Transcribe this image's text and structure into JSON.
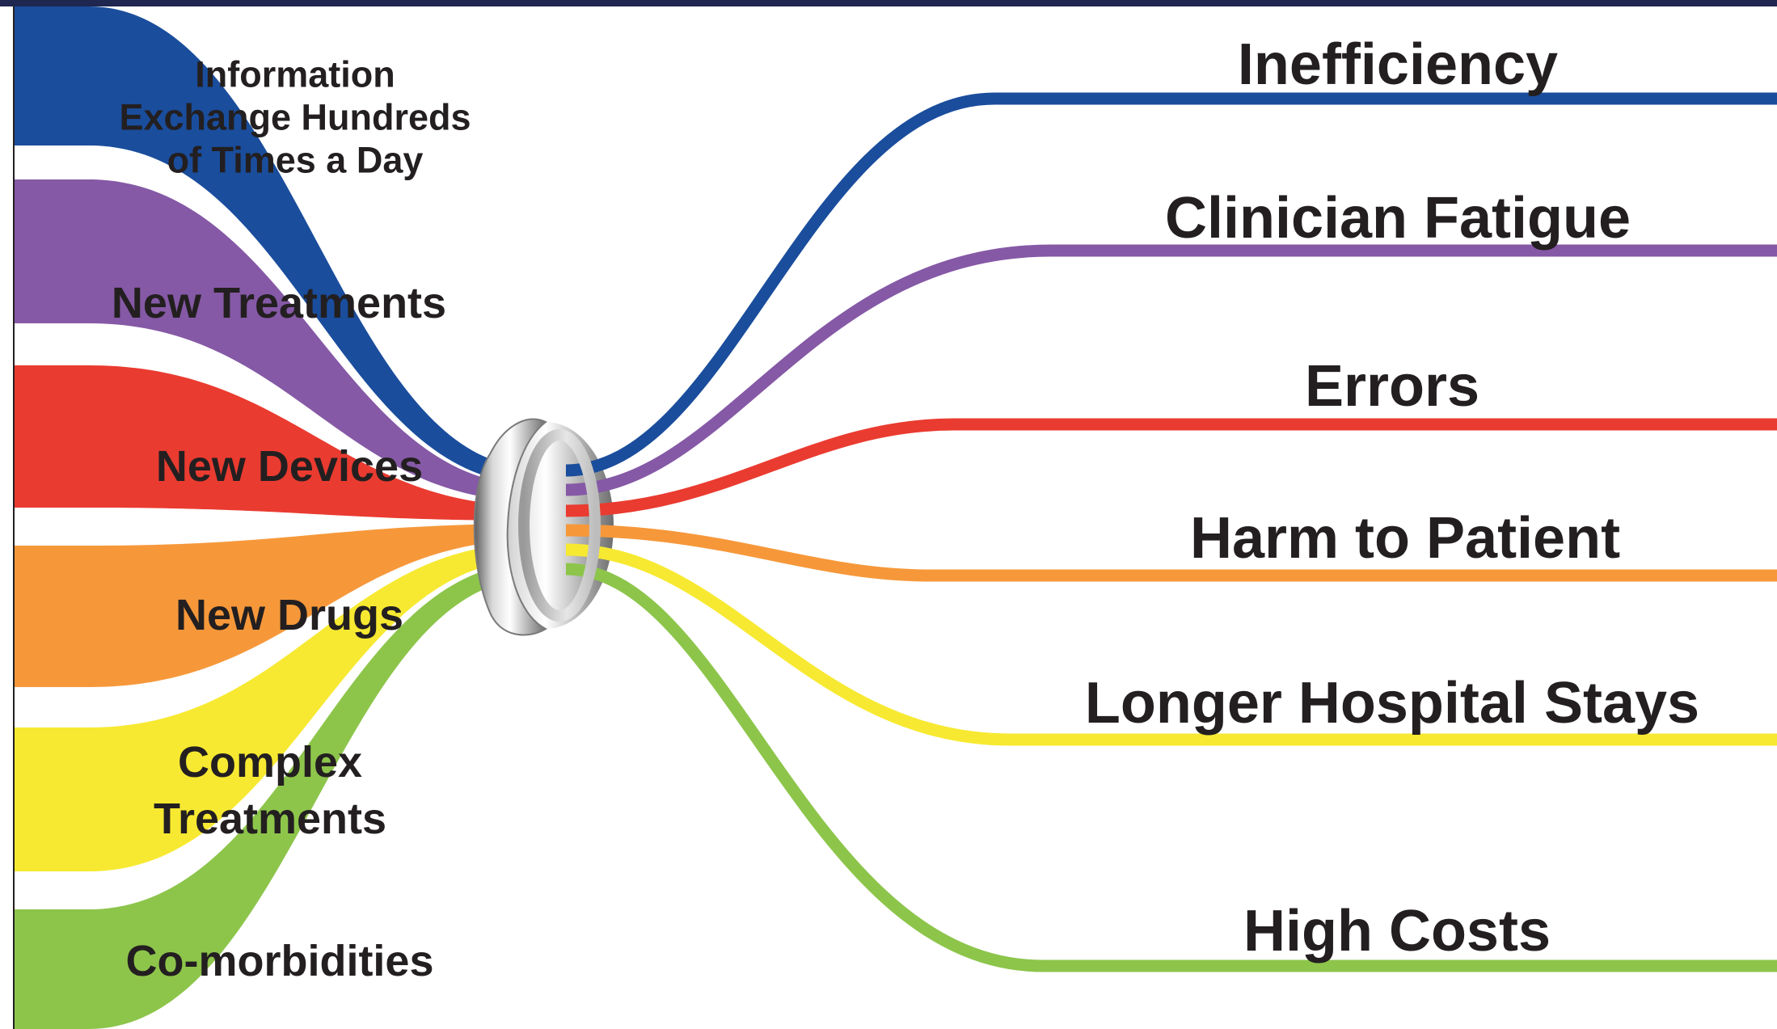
{
  "inputs": [
    {
      "lines": [
        "Information",
        "Exchange Hundreds",
        "of Times a Day"
      ],
      "color": "#1a4d9c"
    },
    {
      "lines": [
        "New Treatments"
      ],
      "color": "#8559a6"
    },
    {
      "lines": [
        "New Devices"
      ],
      "color": "#ea3b30"
    },
    {
      "lines": [
        "New Drugs"
      ],
      "color": "#f6983a"
    },
    {
      "lines": [
        "Complex",
        "Treatments"
      ],
      "color": "#f7e931"
    },
    {
      "lines": [
        "Co-morbidities"
      ],
      "color": "#8dc54b"
    }
  ],
  "outputs": [
    {
      "label": "Inefficiency",
      "color": "#1a4d9c"
    },
    {
      "label": "Clinician Fatigue",
      "color": "#8559a6"
    },
    {
      "label": "Errors",
      "color": "#ea3b30"
    },
    {
      "label": "Harm to Patient",
      "color": "#f6983a"
    },
    {
      "label": "Longer Hospital Stays",
      "color": "#f7e931"
    },
    {
      "label": "High Costs",
      "color": "#8dc54b"
    }
  ],
  "bottleneck_icon": "metal-ring"
}
